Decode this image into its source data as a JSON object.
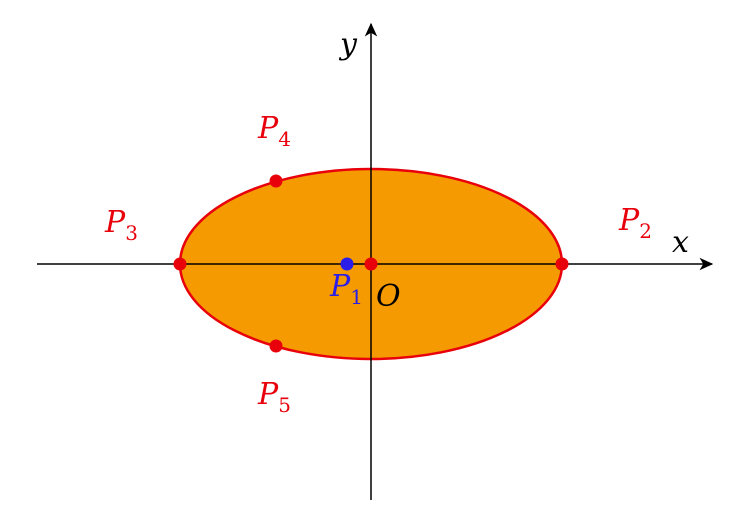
{
  "diagram": {
    "axes": {
      "x_label": "x",
      "y_label": "y"
    },
    "origin_label": "O",
    "points": [
      {
        "id": "P1",
        "base": "P",
        "sub": "1",
        "color": "#2a1ee8"
      },
      {
        "id": "P2",
        "base": "P",
        "sub": "2",
        "color": "#e8000b"
      },
      {
        "id": "P3",
        "base": "P",
        "sub": "3",
        "color": "#e8000b"
      },
      {
        "id": "P4",
        "base": "P",
        "sub": "4",
        "color": "#e8000b"
      },
      {
        "id": "P5",
        "base": "P",
        "sub": "5",
        "color": "#e8000b"
      }
    ],
    "colors": {
      "ellipse_fill": "#f59a00",
      "ellipse_stroke": "#e8000b",
      "axis": "#000000"
    }
  }
}
